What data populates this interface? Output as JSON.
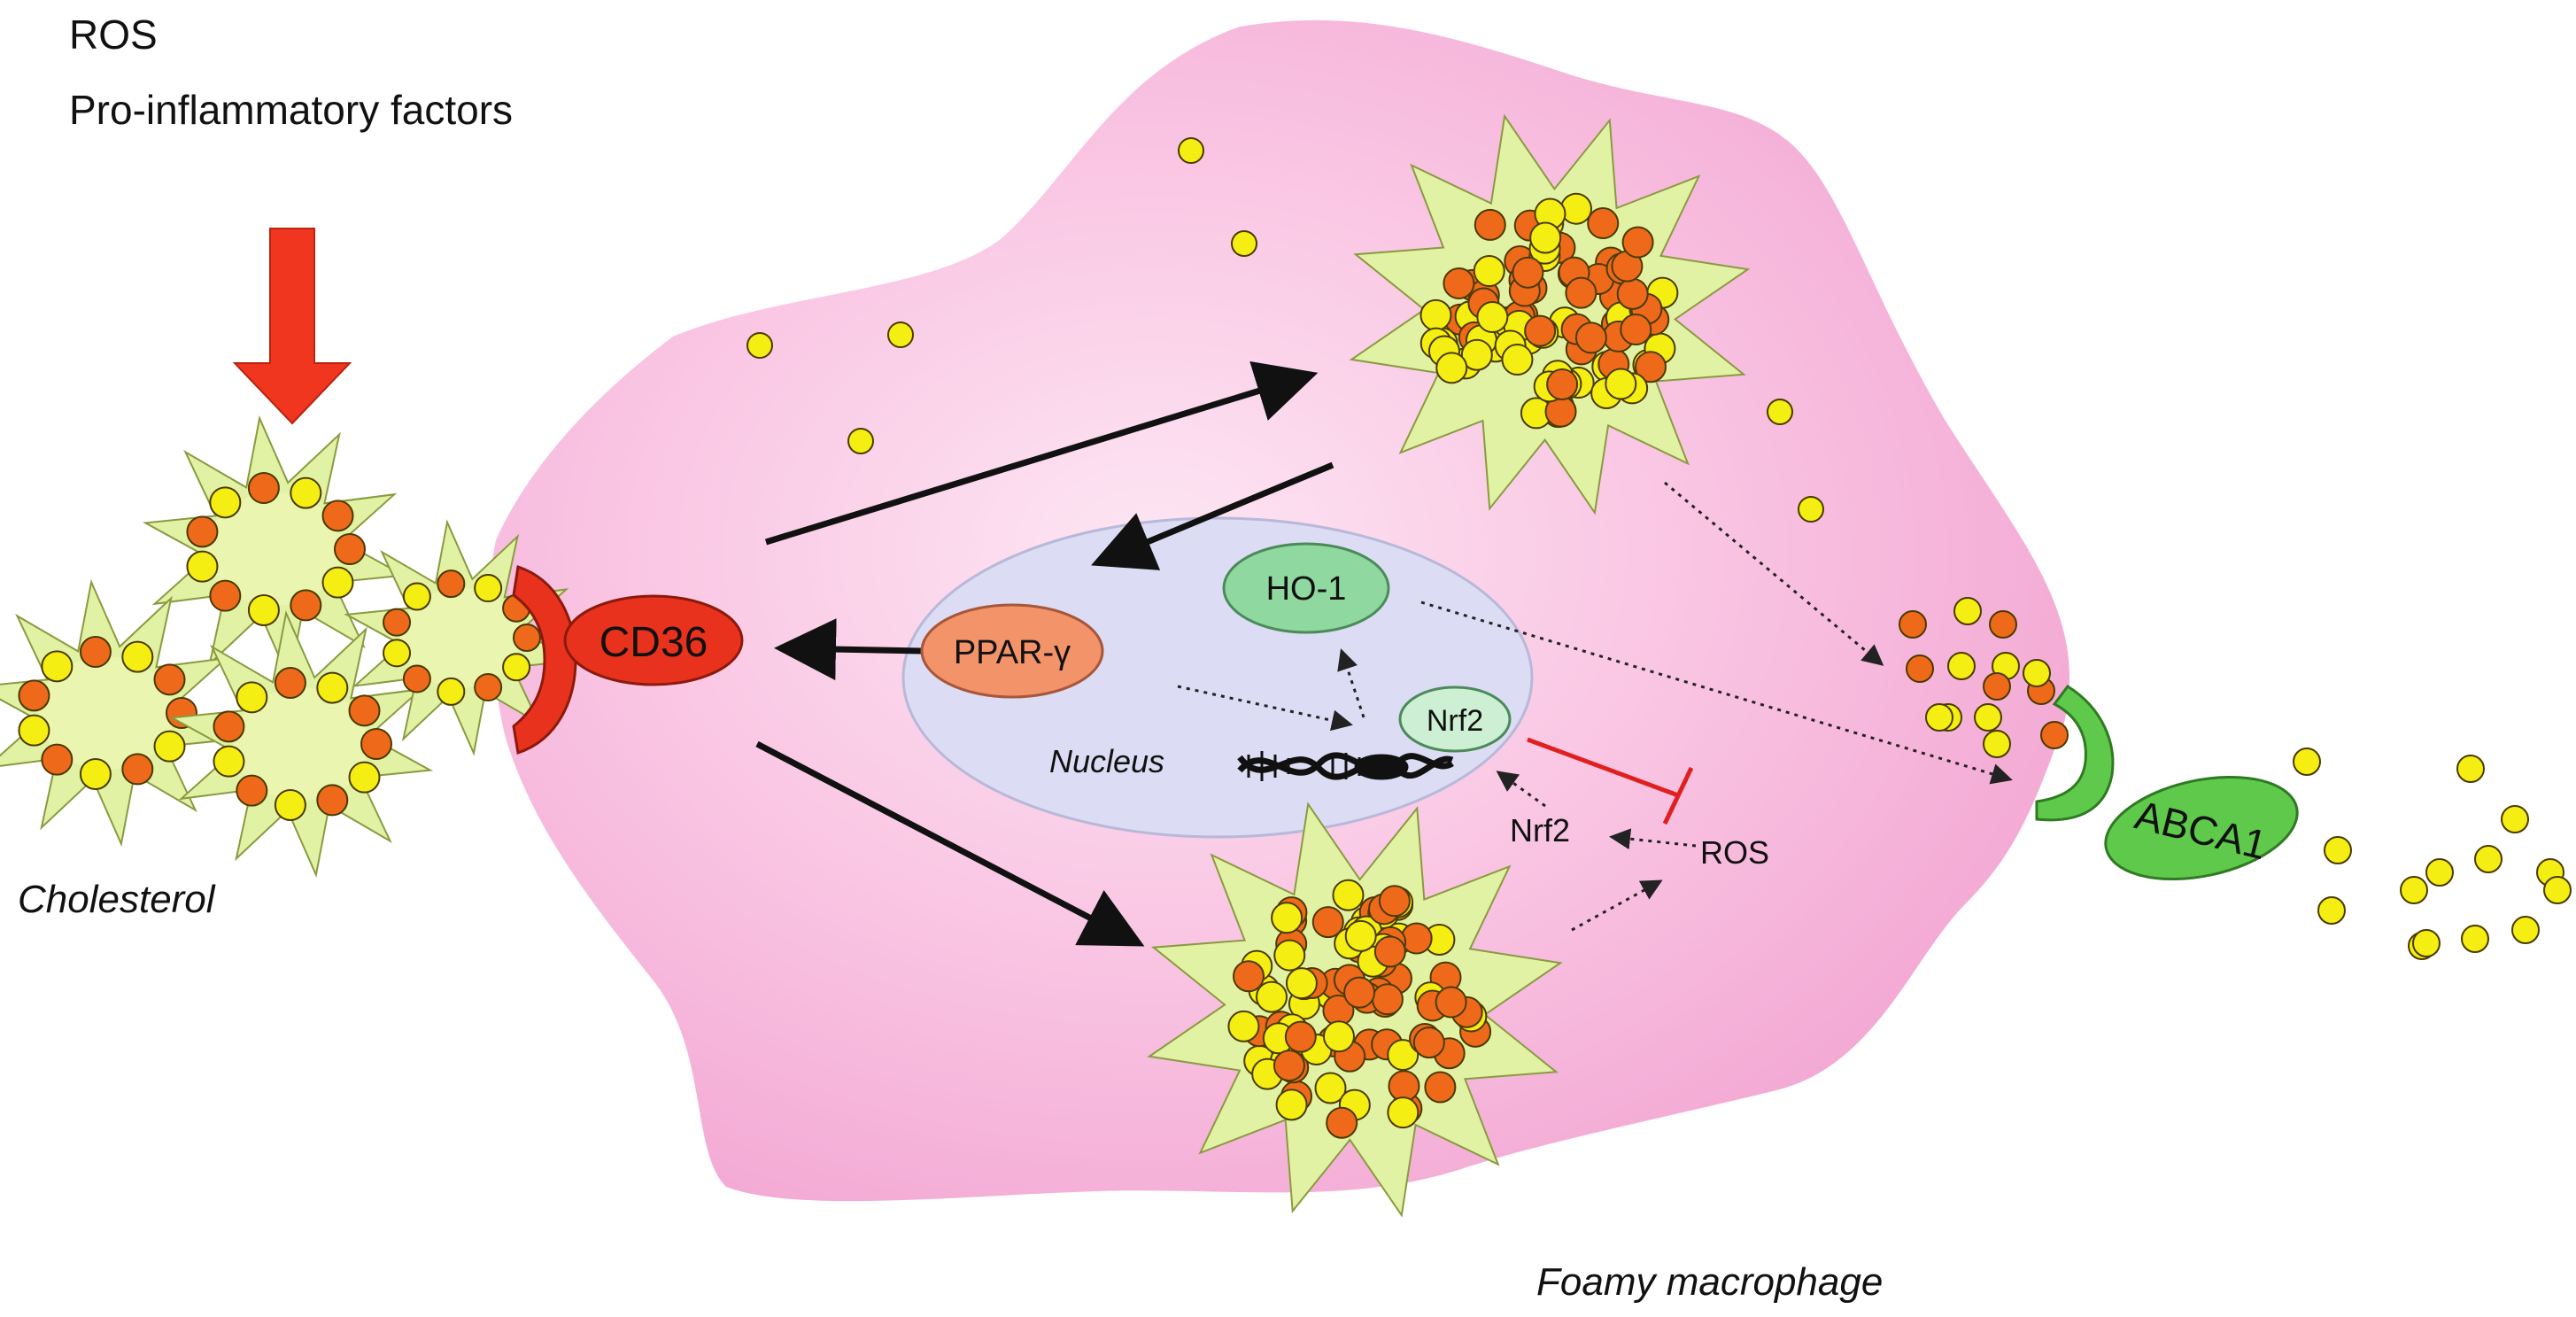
{
  "stimulus": {
    "line1": "ROS",
    "line2": "Pro-inflammatory factors"
  },
  "labels": {
    "cholesterol": "Cholesterol",
    "cd36": "CD36",
    "ppar": "PPAR-γ",
    "ho1": "HO-1",
    "nrf2_nucleus": "Nrf2",
    "nucleus": "Nucleus",
    "nrf2_cytoplasm": "Nrf2",
    "ros": "ROS",
    "abca1": "ABCA1",
    "cell": "Foamy macrophage"
  },
  "colors": {
    "cell": "#f7b8dc",
    "nucleus": "#dcdcf4",
    "cd36": "#e8321e",
    "ppar": "#f2936a",
    "ho1": "#8fd9a0",
    "nrf2": "#cdf0d4",
    "abca1": "#5ec94a",
    "lipid_yellow": "#f5ee12",
    "lipid_orange": "#ee6a1a",
    "spike": "#e2f2a4",
    "stimulus_arrow": "#f0361e",
    "inhibition": "#e02020"
  }
}
